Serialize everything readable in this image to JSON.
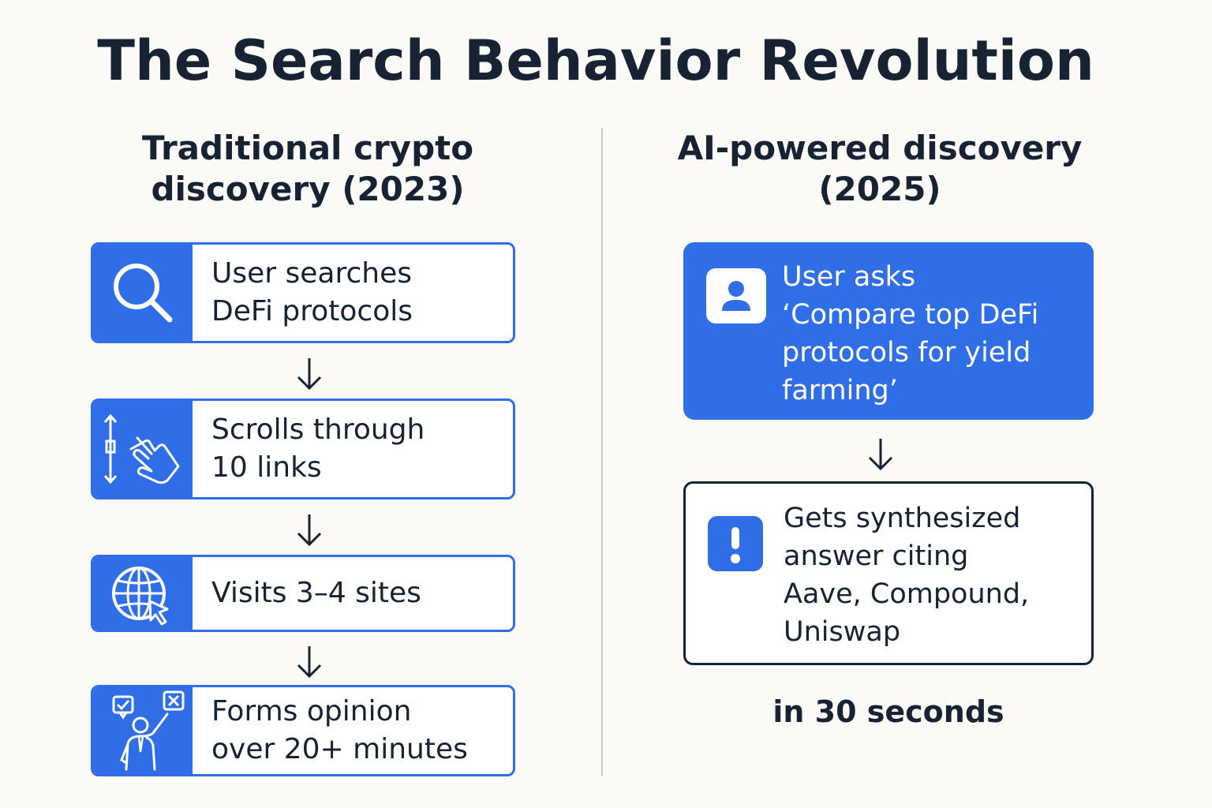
{
  "title": "The Search Behavior Revolution",
  "left": {
    "heading_line1": "Traditional crypto",
    "heading_line2": "discovery (2023)",
    "steps": [
      {
        "icon": "magnifier-icon",
        "line1": "User searches",
        "line2": "DeFi protocols"
      },
      {
        "icon": "scroll-hand-icon",
        "line1": "Scrolls through",
        "line2": "10 links"
      },
      {
        "icon": "globe-cursor-icon",
        "line1": "Visits 3–4 sites",
        "line2": ""
      },
      {
        "icon": "decision-person-icon",
        "line1": "Forms opinion",
        "line2": "over 20+ minutes"
      }
    ]
  },
  "right": {
    "heading_line1": "AI-powered discovery",
    "heading_line2": "(2025)",
    "query": {
      "icon": "user-icon",
      "line1": "User asks",
      "line2": "‘Compare top DeFi",
      "line3": "protocols for yield",
      "line4": "farming’"
    },
    "answer": {
      "icon": "exclamation-icon",
      "line1": "Gets synthesized",
      "line2": "answer citing",
      "line3": "Aave, Compound,",
      "line4": "Uniswap"
    },
    "time_note": "in 30 seconds"
  },
  "colors": {
    "accent": "#2f6ee6",
    "text": "#172233",
    "background": "#fbfaf6",
    "divider": "#c9c9c9"
  }
}
